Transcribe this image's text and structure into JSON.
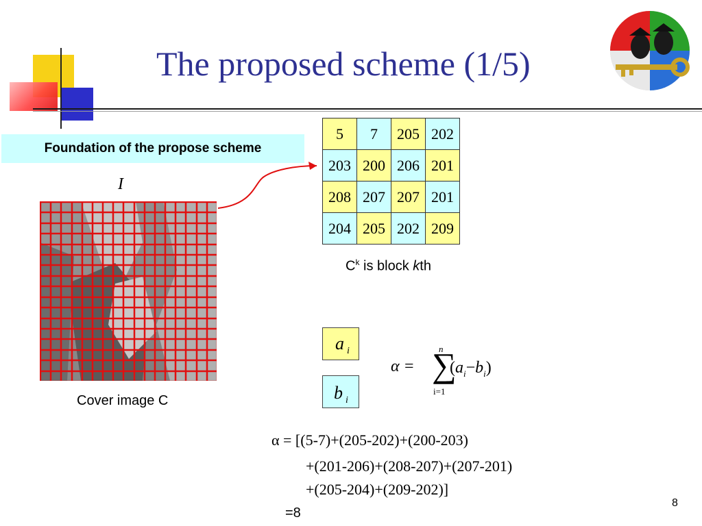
{
  "slide": {
    "title": "The proposed scheme (1/5)",
    "foundation_label": "Foundation of the propose scheme",
    "image_label": "I",
    "cover_caption": "Cover image C",
    "block_caption_prefix": "C",
    "block_caption_sup": "k",
    "block_caption_rest": " is block ",
    "block_caption_k": "k",
    "block_caption_th": "th",
    "page_number": "8"
  },
  "block": {
    "rows": [
      [
        {
          "v": "5",
          "c": "y"
        },
        {
          "v": "7",
          "c": "c"
        },
        {
          "v": "205",
          "c": "y"
        },
        {
          "v": "202",
          "c": "c"
        }
      ],
      [
        {
          "v": "203",
          "c": "c"
        },
        {
          "v": "200",
          "c": "y"
        },
        {
          "v": "206",
          "c": "c"
        },
        {
          "v": "201",
          "c": "y"
        }
      ],
      [
        {
          "v": "208",
          "c": "y"
        },
        {
          "v": "207",
          "c": "c"
        },
        {
          "v": "207",
          "c": "y"
        },
        {
          "v": "201",
          "c": "c"
        }
      ],
      [
        {
          "v": "204",
          "c": "c"
        },
        {
          "v": "205",
          "c": "y"
        },
        {
          "v": "202",
          "c": "c"
        },
        {
          "v": "209",
          "c": "y"
        }
      ]
    ]
  },
  "boxes": {
    "a": "a",
    "a_sub": "i",
    "b": "b",
    "b_sub": "i"
  },
  "formula": {
    "alpha": "α",
    "eq": "=",
    "upper": "n",
    "lower": "i=1",
    "open": "(",
    "a": "a",
    "a_sub": "i",
    "minus": "−",
    "b": "b",
    "b_sub": "i",
    "close": ")"
  },
  "calculation": {
    "line1": "α  = [(5-7)+(205-202)+(200-203)",
    "line2": "+(201-206)+(208-207)+(207-201)",
    "line3": "+(205-204)+(209-202)]",
    "result": "=8"
  },
  "colors": {
    "title": "#2e3192",
    "cell_yellow": "#ffff99",
    "cell_cyan": "#ccffff",
    "grid_red": "#e01010"
  }
}
